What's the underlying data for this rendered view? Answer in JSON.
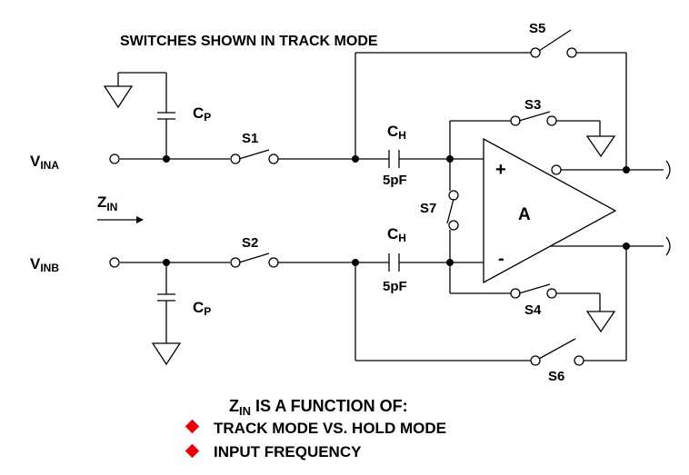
{
  "header": {
    "text": "SWITCHES SHOWN IN TRACK MODE"
  },
  "labels": {
    "vina_main": "V",
    "vina_sub": "INA",
    "vinb_main": "V",
    "vinb_sub": "INB",
    "zin_main": "Z",
    "zin_sub": "IN",
    "cp_main": "C",
    "cp_sub": "P",
    "ch_main": "C",
    "ch_sub": "H",
    "cap_value": "5pF",
    "amp": "A",
    "plus": "+",
    "minus": "-"
  },
  "switches": {
    "s1": "S1",
    "s2": "S2",
    "s3": "S3",
    "s4": "S4",
    "s5": "S5",
    "s6": "S6",
    "s7": "S7"
  },
  "footer": {
    "zin_main": "Z",
    "zin_sub": "IN",
    "title_rest": " IS A FUNCTION OF:",
    "bullets": [
      "TRACK MODE VS. HOLD MODE",
      "INPUT FREQUENCY"
    ],
    "bullet_color": "#e8000b"
  }
}
